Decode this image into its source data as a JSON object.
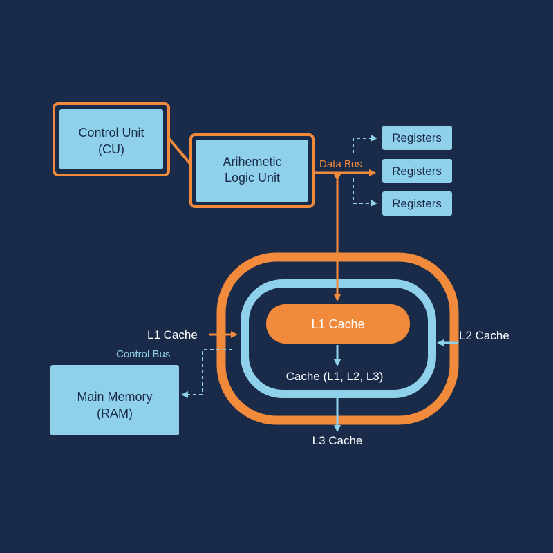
{
  "colors": {
    "background": "#1a2b4a",
    "orange": "#f28a3c",
    "light_blue": "#8fd0ea",
    "dark_text": "#1a2b4a",
    "white": "#ffffff"
  },
  "nodes": {
    "control_unit": {
      "line1": "Control Unit",
      "line2": "(CU)"
    },
    "alu": {
      "line1": "Arihemetic",
      "line2": "Logic Unit"
    },
    "registers": [
      "Registers",
      "Registers",
      "Registers"
    ],
    "main_memory": {
      "line1": "Main Memory",
      "line2": "(RAM)"
    },
    "l1_cache_pill": "L1 Cache"
  },
  "labels": {
    "data_bus": "Data Bus",
    "control_bus": "Control Bus",
    "l1_cache_left": "L1 Cache",
    "l2_cache_right": "L2 Cache",
    "l3_cache_bottom": "L3 Cache",
    "cache_levels": "Cache (L1, L2, L3)"
  }
}
